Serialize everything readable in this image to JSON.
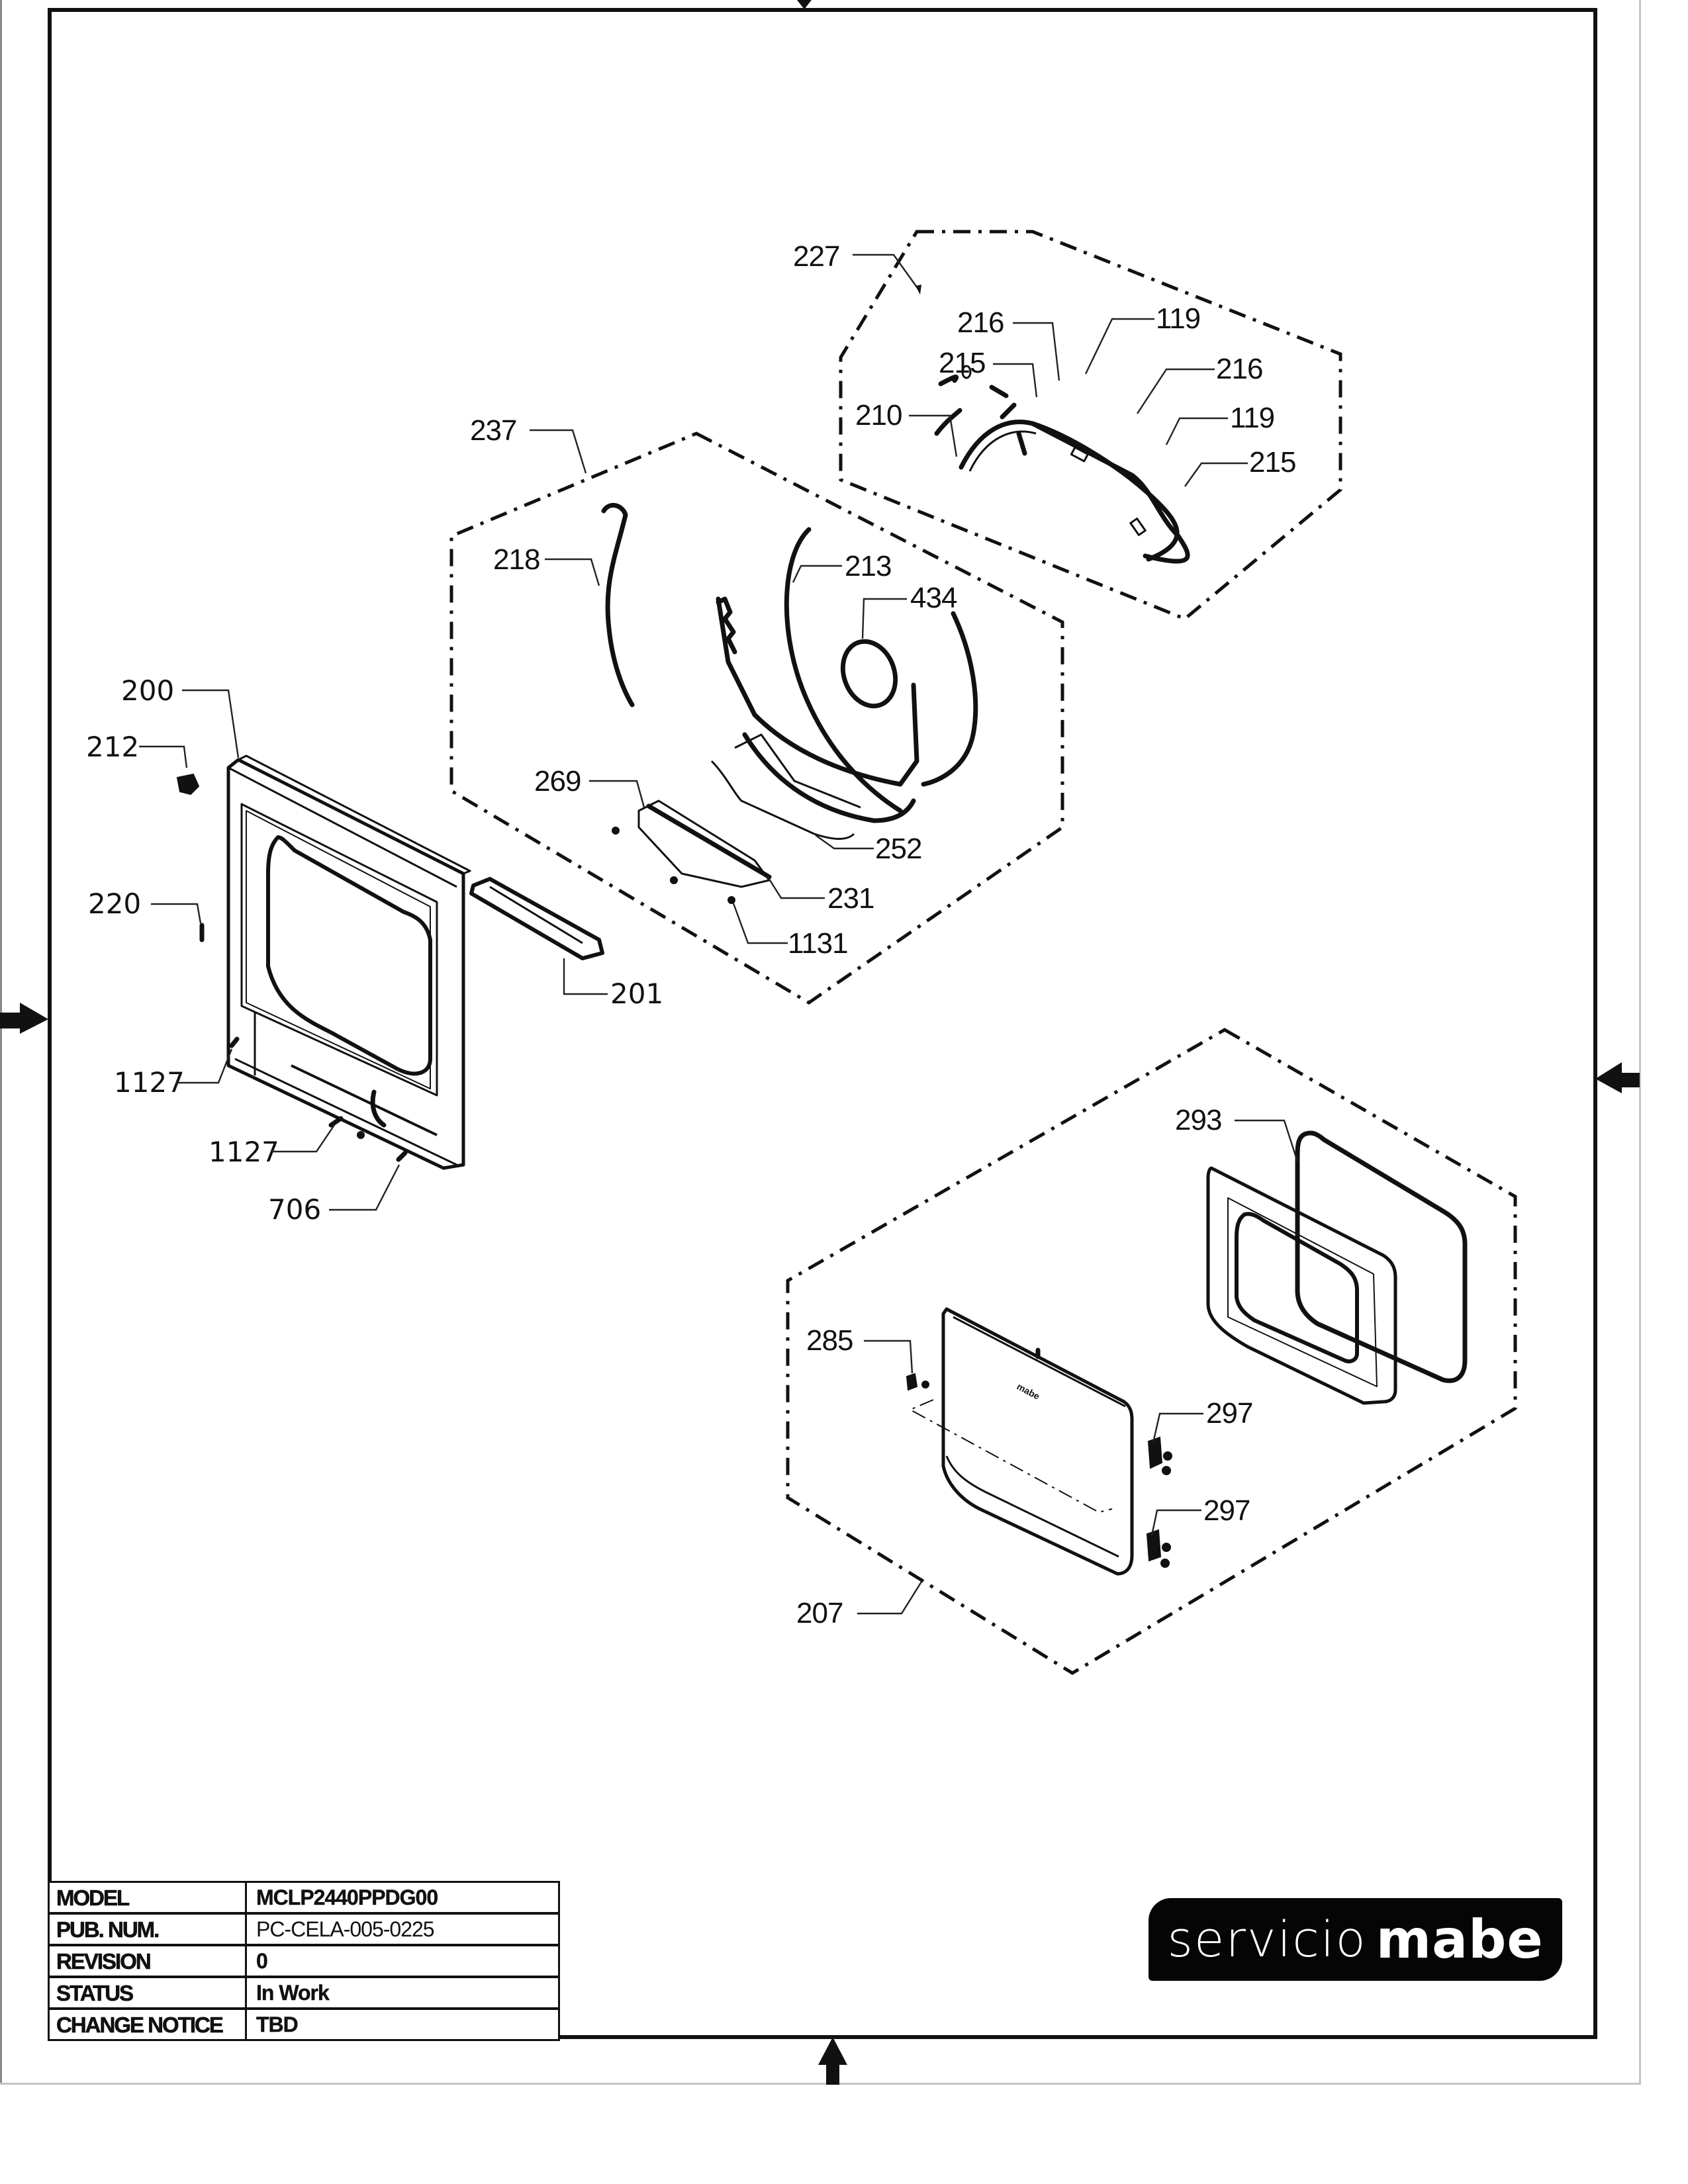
{
  "document": {
    "type": "exploded-parts-diagram",
    "brand_logo": {
      "light_text": "servicio",
      "bold_text": "mabe",
      "background": "#000000",
      "text_color": "#ffffff"
    }
  },
  "groups": [
    {
      "id": "227",
      "label": "227",
      "parts": [
        "216",
        "119",
        "215",
        "210",
        "216",
        "119",
        "215"
      ]
    },
    {
      "id": "237",
      "label": "237",
      "parts": [
        "218",
        "213",
        "434",
        "269",
        "252",
        "231",
        "1131"
      ]
    },
    {
      "id": "207",
      "label": "207",
      "parts": [
        "293",
        "285",
        "297",
        "297"
      ]
    }
  ],
  "callouts": {
    "c227": "227",
    "c216a": "216",
    "c119a": "119",
    "c215a": "215",
    "c216b": "216",
    "c210": "210",
    "c119b": "119",
    "c215b": "215",
    "c237": "237",
    "c218": "218",
    "c213": "213",
    "c434": "434",
    "c200": "200",
    "c212": "212",
    "c269": "269",
    "c252": "252",
    "c231": "231",
    "c220": "220",
    "c1131": "1131",
    "c201": "201",
    "c1127a": "1127",
    "c1127b": "1127",
    "c706": "706",
    "c293": "293",
    "c285": "285",
    "c297a": "297",
    "c297b": "297",
    "c207": "207"
  },
  "title_block": {
    "rows": [
      {
        "key": "MODEL",
        "value": "MCLP2440PPDG00"
      },
      {
        "key": "PUB. NUM.",
        "value": "PC-CELA-005-0225"
      },
      {
        "key": "REVISION",
        "value": "0"
      },
      {
        "key": "STATUS",
        "value": "In Work"
      },
      {
        "key": "CHANGE NOTICE",
        "value": "TBD"
      }
    ]
  },
  "icons": {
    "top_marker": "arrow-down-icon",
    "bottom_marker": "arrow-up-icon",
    "left_marker": "arrow-right-icon",
    "right_marker": "arrow-left-icon"
  }
}
